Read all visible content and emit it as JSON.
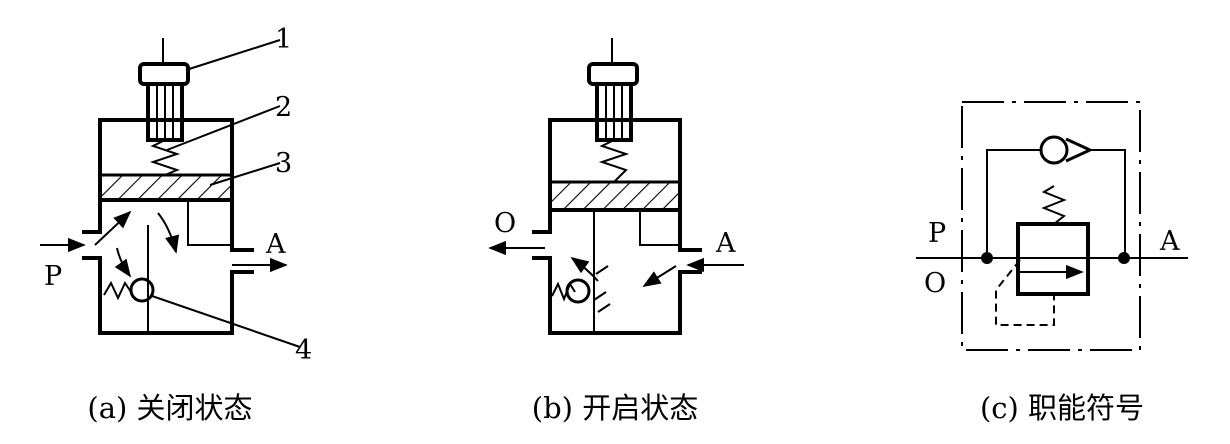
{
  "panels": {
    "a": {
      "caption": "(a) 关闭状态",
      "callouts": [
        "1",
        "2",
        "3",
        "4"
      ],
      "port_in": "P",
      "port_out": "A"
    },
    "b": {
      "caption": "(b) 开启状态",
      "port_drain": "O",
      "port_in": "A"
    },
    "c": {
      "caption": "(c) 职能符号",
      "port_left_top": "P",
      "port_left_bottom": "O",
      "port_right": "A"
    }
  }
}
